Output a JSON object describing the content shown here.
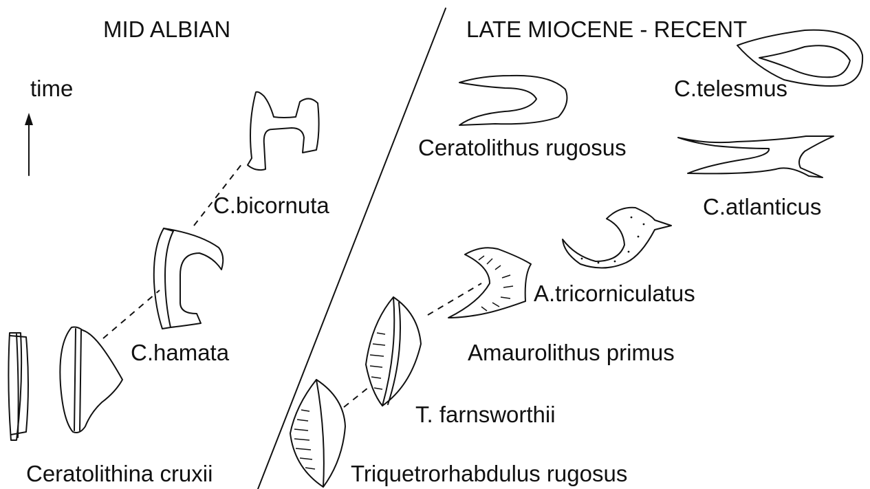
{
  "headings": {
    "left": "MID  ALBIAN",
    "right": "LATE MIOCENE - RECENT"
  },
  "axis": {
    "time_label": "time"
  },
  "species": {
    "ceratolithina_cruxii": "Ceratolithina  cruxii",
    "c_hamata": "C.hamata",
    "c_bicornuta": "C.bicornuta",
    "triquetrorhabdulus_rugosus": "Triquetrorhabdulus  rugosus",
    "t_farnsworthii": "T. farnsworthii",
    "amaurolithus_primus": "Amaurolithus  primus",
    "a_tricorniculatus": "A.tricorniculatus",
    "ceratolithus_rugosus": "Ceratolithus  rugosus",
    "c_atlanticus": "C.atlanticus",
    "c_telesmus": "C.telesmus"
  }
}
